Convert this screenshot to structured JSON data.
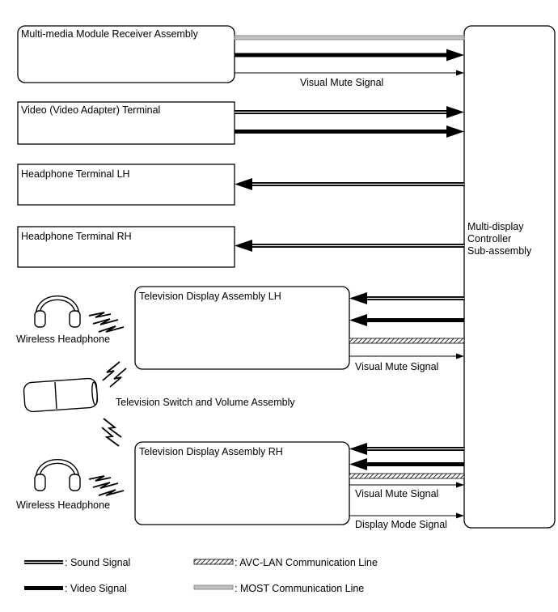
{
  "controller": {
    "lines": [
      "Multi-display",
      "Controller",
      "Sub-assembly"
    ]
  },
  "components": {
    "module_receiver": "Multi-media Module Receiver Assembly",
    "video_terminal": "Video (Video Adapter) Terminal",
    "headphone_lh": "Headphone Terminal LH",
    "headphone_rh": "Headphone Terminal RH",
    "tv_display_lh": "Television Display Assembly LH",
    "tv_display_rh": "Television Display Assembly RH"
  },
  "devices": {
    "wireless_headphone_top": "Wireless Headphone",
    "tv_switch": "Television Switch and Volume Assembly",
    "wireless_headphone_bottom": "Wireless Headphone"
  },
  "signal_labels": {
    "visual_mute_1": "Visual Mute Signal",
    "visual_mute_2": "Visual Mute Signal",
    "visual_mute_3": "Visual Mute Signal",
    "display_mode": "Display Mode Signal"
  },
  "legend": {
    "sound": ": Sound Signal",
    "video": ": Video Signal",
    "avc_lan": ": AVC-LAN Communication Line",
    "most": ": MOST Communication Line"
  },
  "colors": {
    "line": "#000000",
    "most_line": "#c0c0c0",
    "background": "#ffffff"
  }
}
